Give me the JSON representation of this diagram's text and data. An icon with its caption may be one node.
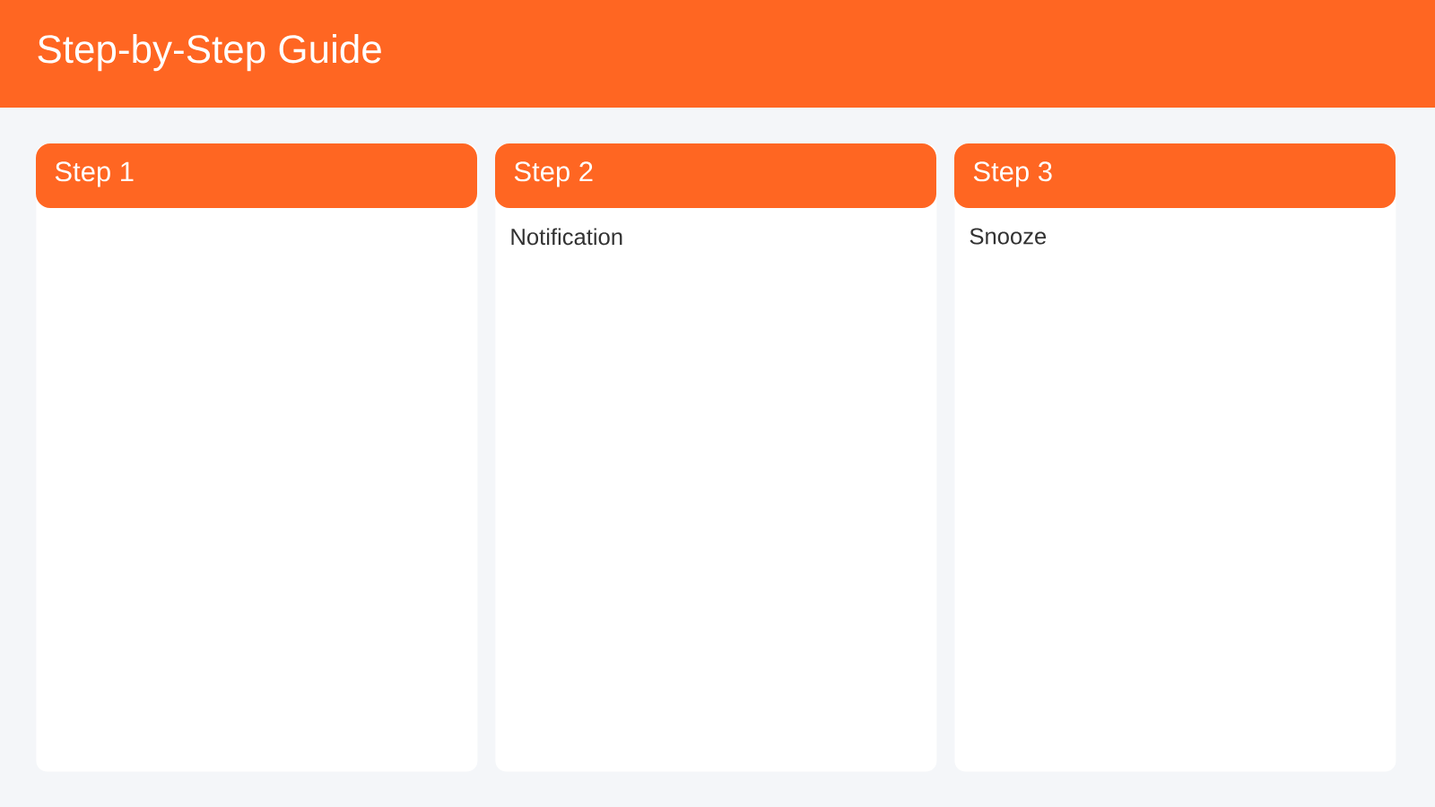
{
  "diagram": {
    "title": "Step-by-Step Guide",
    "nodes": [
      {
        "text": [
          "Step 1"
        ]
      },
      {
        "text": [
          "Step 2",
          "Notification"
        ]
      },
      {
        "text": [
          "Step 3",
          "Snooze"
        ]
      }
    ]
  }
}
